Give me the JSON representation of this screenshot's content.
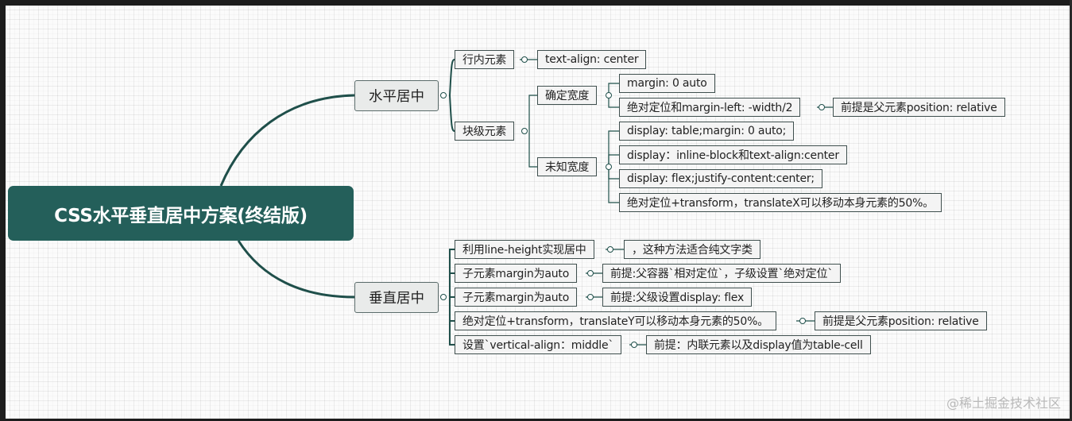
{
  "root": {
    "label": "CSS水平垂直居中方案(终结版)"
  },
  "horizontal": {
    "label": "水平居中",
    "inline": {
      "label": "行内元素",
      "rule": "text-align: center"
    },
    "block": {
      "label": "块级元素",
      "fixed": {
        "label": "确定宽度",
        "items": [
          "margin:    0 auto",
          "绝对定位和margin-left: -width/2"
        ],
        "note": "前提是父元素position: relative"
      },
      "unknown": {
        "label": "未知宽度",
        "items": [
          "display: table;margin: 0 auto;",
          "display：inline-block和text-align:center",
          "display: flex;justify-content:center;",
          "绝对定位+transform，translateX可以移动本身元素的50%。"
        ]
      }
    }
  },
  "vertical": {
    "label": "垂直居中",
    "items": [
      {
        "label": "利用line-height实现居中",
        "note": "，这种方法适合纯文字类"
      },
      {
        "label": "子元素margin为auto",
        "note": "前提:父容器`相对定位`，子级设置`绝对定位`"
      },
      {
        "label": "子元素margin为auto",
        "note": "前提:父级设置display: flex"
      },
      {
        "label": "绝对定位+transform，translateY可以移动本身元素的50%。",
        "note": "前提是父元素position: relative"
      },
      {
        "label": "设置`vertical-align：middle`",
        "note": "前提：内联元素以及display值为table-cell"
      }
    ]
  },
  "watermark": "@稀土掘金技术社区",
  "colors": {
    "root_bg": "#245f5a",
    "branch": "#1f4f4a",
    "frame": "#1d1d1d"
  }
}
